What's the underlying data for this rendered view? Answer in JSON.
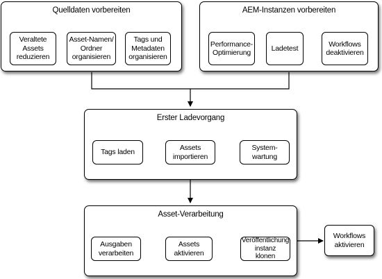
{
  "groups": {
    "source": {
      "title": "Quelldaten vorbereiten",
      "boxes": [
        "Veraltete\nAssets\nreduzieren",
        "Asset-Namen/\nOrdner\norganisieren",
        "Tags und\nMetadaten\norganisieren"
      ]
    },
    "aem": {
      "title": "AEM-Instanzen vorbereiten",
      "boxes": [
        "Performance-\nOptimierung",
        "Ladetest",
        "Workflows\ndeaktivieren"
      ]
    },
    "initial_load": {
      "title": "Erster Ladevorgang",
      "boxes": [
        "Tags laden",
        "Assets\nimportieren",
        "System-\nwartung"
      ]
    },
    "processing": {
      "title": "Asset-Verarbeitung",
      "boxes": [
        "Ausgaben\nverarbeiten",
        "Assets\naktivieren",
        "Veröffentlichung\ninstanz\nklonen"
      ]
    }
  },
  "final_step": "Workflows\naktivieren"
}
